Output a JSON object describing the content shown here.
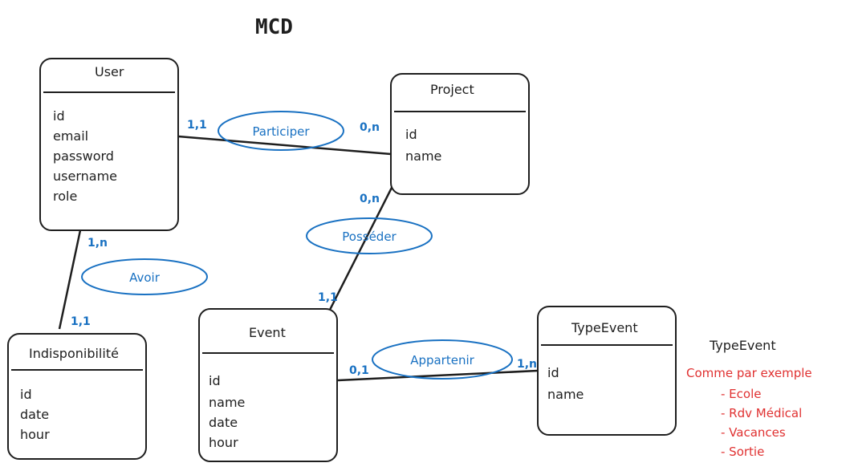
{
  "title": "MCD",
  "entities": {
    "user": {
      "name": "User",
      "attributes": [
        "id",
        "email",
        "password",
        "username",
        "role"
      ]
    },
    "project": {
      "name": "Project",
      "attributes": [
        "id",
        "name"
      ]
    },
    "indisponibilite": {
      "name": "Indisponibilité",
      "attributes": [
        "id",
        "date",
        "hour"
      ]
    },
    "event": {
      "name": "Event",
      "attributes": [
        "id",
        "name",
        "date",
        "hour"
      ]
    },
    "typeevent": {
      "name": "TypeEvent",
      "attributes": [
        "id",
        "name"
      ]
    }
  },
  "relations": {
    "participer": "Participer",
    "posseder": "Posséder",
    "avoir": "Avoir",
    "appartenir": "Appartenir"
  },
  "cardinalities": {
    "user_participer": "1,1",
    "project_participer": "0,n",
    "project_posseder": "0,n",
    "event_posseder": "1,1",
    "user_avoir": "1,n",
    "indispo_avoir": "1,1",
    "event_appartenir": "0,1",
    "typeevent_appartenir": "1,n"
  },
  "note": {
    "title": "TypeEvent",
    "subtitle": "Comme par exemple",
    "items": [
      "- Ecole",
      "- Rdv Médical",
      "- Vacances",
      "- Sortie"
    ]
  },
  "colors": {
    "ink": "#1e1e1e",
    "relation": "#1971c2",
    "note": "#e03131"
  }
}
